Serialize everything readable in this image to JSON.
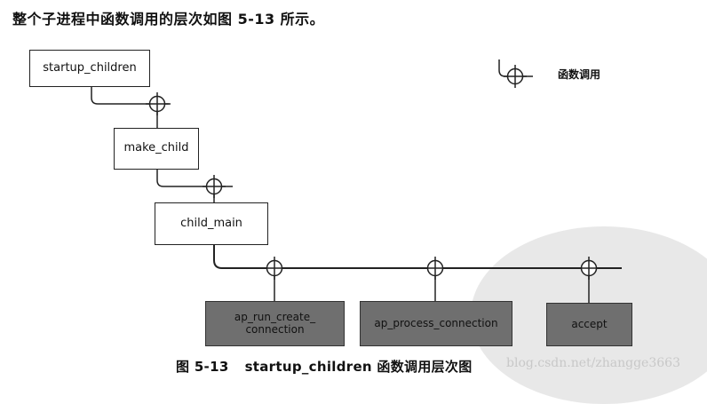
{
  "intro_text": "整个子进程中函数调用的层次如图 5-13 所示。",
  "nodes": {
    "startup_children": "startup_children",
    "make_child": "make_child",
    "child_main": "child_main",
    "ap_run_create_connection": "ap_run_create_\nconnection",
    "ap_process_connection": "ap_process_connection",
    "accept": "accept"
  },
  "legend": {
    "label": "函数调用",
    "icon": "function-call-icon"
  },
  "caption": {
    "number": "图 5-13",
    "text": "startup_children 函数调用层次图"
  },
  "watermark": "blog.csdn.net/zhangge3663",
  "colors": {
    "dark_box": "#6f6f6f",
    "line": "#222222",
    "background": "#ffffff"
  }
}
